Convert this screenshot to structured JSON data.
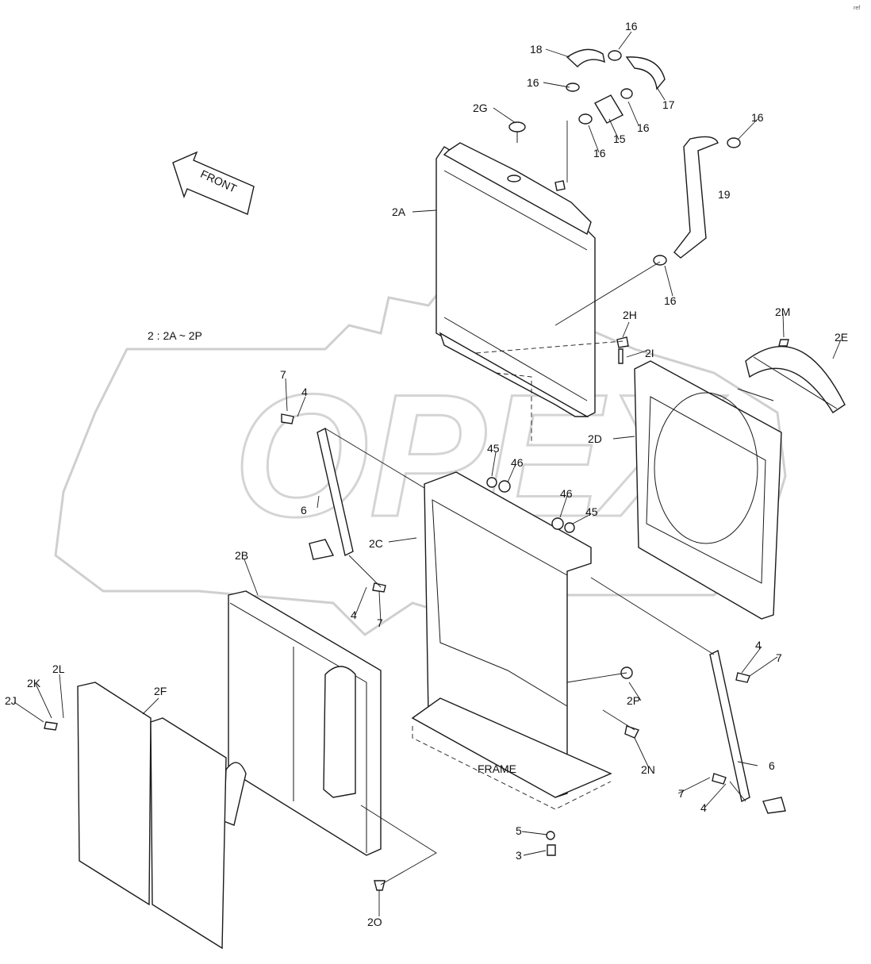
{
  "watermark": "OPEX",
  "front_arrow": "FRONT",
  "group_note": "2 : 2A ~ 2P",
  "frame_label": "FRAME",
  "corner_mark": "ref",
  "labels": {
    "l_18": "18",
    "l_16a": "16",
    "l_16b": "16",
    "l_17": "17",
    "l_16c": "16",
    "l_15": "15",
    "l_16d": "16",
    "l_16e": "16",
    "l_2G": "2G",
    "l_19": "19",
    "l_2A": "2A",
    "l_16f": "16",
    "l_2H": "2H",
    "l_2M": "2M",
    "l_2E": "2E",
    "l_2I": "2I",
    "l_7a": "7",
    "l_4a": "4",
    "l_2D": "2D",
    "l_45a": "45",
    "l_46a": "46",
    "l_6a": "6",
    "l_46b": "46",
    "l_45b": "45",
    "l_2C": "2C",
    "l_2B": "2B",
    "l_4b": "4",
    "l_7b": "7",
    "l_4c": "4",
    "l_7c": "7",
    "l_2L": "2L",
    "l_2K": "2K",
    "l_2F": "2F",
    "l_2J": "2J",
    "l_2P": "2P",
    "l_2N": "2N",
    "l_6b": "6",
    "l_7d": "7",
    "l_4d": "4",
    "l_5": "5",
    "l_3": "3",
    "l_2O": "2O"
  }
}
